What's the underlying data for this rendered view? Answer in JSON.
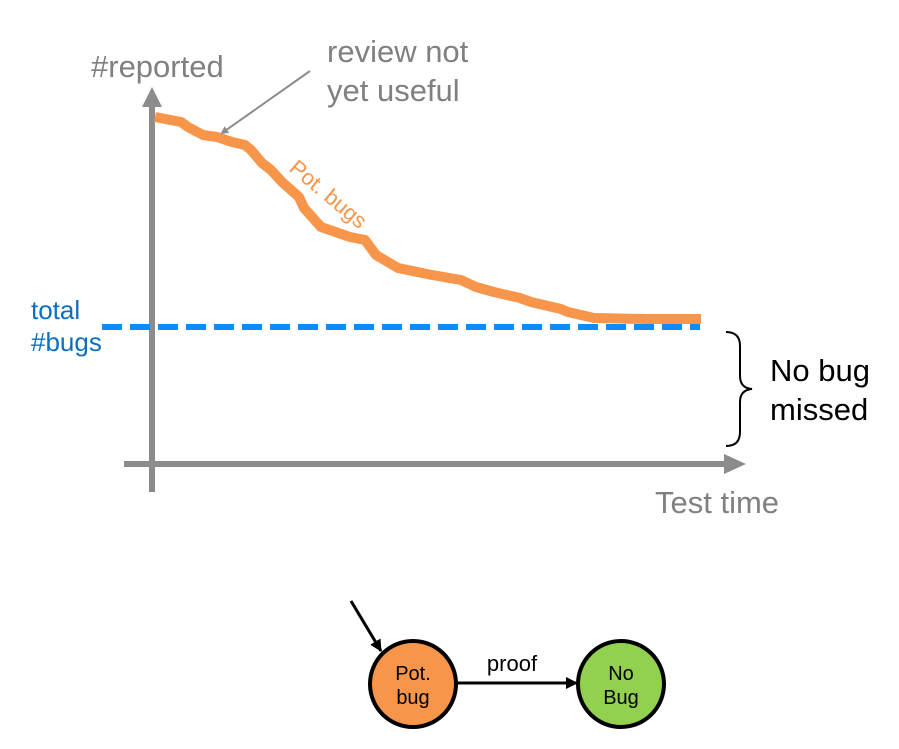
{
  "plot": {
    "y_axis_label": "#reported",
    "x_axis_label": "Test time",
    "annotation_line1": "review not",
    "annotation_line2": "yet useful",
    "curve_label": "Pot. bugs",
    "total_label_line1": "total",
    "total_label_line2": "#bugs",
    "brace_label_line1": "No bug",
    "brace_label_line2": "missed"
  },
  "state_diagram": {
    "start_state_line1": "Pot.",
    "start_state_line2": "bug",
    "transition_label": "proof",
    "end_state_line1": "No",
    "end_state_line2": "Bug"
  },
  "colors": {
    "axis": "#8c8c8c",
    "curve": "#f7964a",
    "total_line": "#0a8cff",
    "total_text": "#0a6fbf",
    "pot_bug_fill": "#f7964a",
    "no_bug_fill": "#92d050"
  }
}
